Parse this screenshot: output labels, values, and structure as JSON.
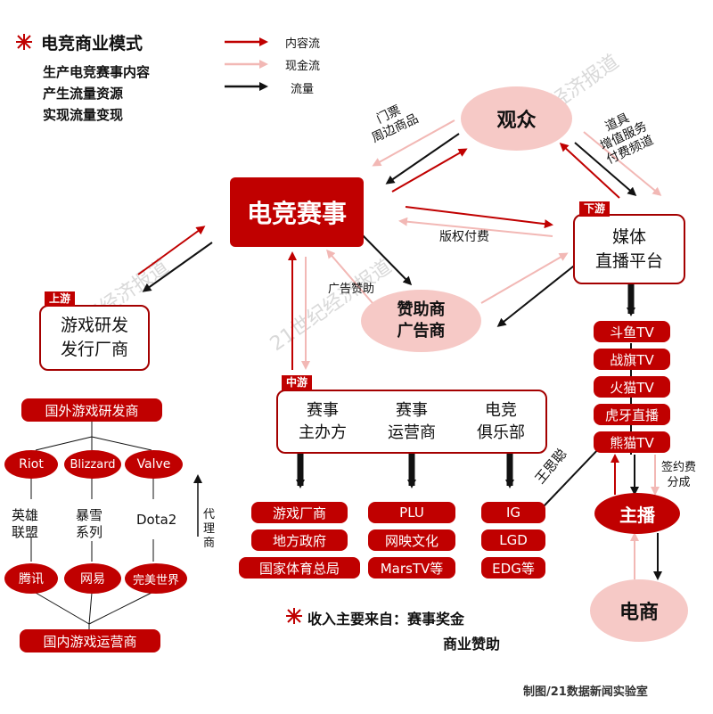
{
  "header": {
    "title": "电竞商业模式",
    "lines": [
      "生产电竞赛事内容",
      "产生流量资源",
      "实现流量变现"
    ]
  },
  "legend": {
    "items": [
      {
        "label": "内容流",
        "color": "#c00000"
      },
      {
        "label": "现金流",
        "color": "#f2b8b5"
      },
      {
        "label": "流量",
        "color": "#111111"
      }
    ]
  },
  "watermark": "21世纪经济报道",
  "nodes": {
    "audience": "观众",
    "esports_event": "电竞赛事",
    "sponsor": [
      "赞助商",
      "广告商"
    ],
    "media": [
      "媒体",
      "直播平台"
    ],
    "upstream_box": [
      "游戏研发",
      "发行厂商"
    ],
    "streamer": "主播",
    "ecommerce": "电商"
  },
  "stage_tags": {
    "upstream": "上游",
    "midstream": "中游",
    "downstream": "下游"
  },
  "flow_labels": {
    "tickets": [
      "门票",
      "周边商品"
    ],
    "props": [
      "道具",
      "增值服务",
      "付费频道"
    ],
    "copyright": "版权付费",
    "ad_sponsor": "广告赞助",
    "wang_sicong": "王思聪",
    "sign_fee": [
      "签约费",
      "分成"
    ],
    "agency": [
      "代",
      "理",
      "商"
    ]
  },
  "midstream": {
    "columns": [
      {
        "label": [
          "赛事",
          "主办方"
        ],
        "items": [
          "游戏厂商",
          "地方政府",
          "国家体育总局"
        ]
      },
      {
        "label": [
          "赛事",
          "运营商"
        ],
        "items": [
          "PLU",
          "网映文化",
          "MarsTV等"
        ]
      },
      {
        "label": [
          "电竞",
          "俱乐部"
        ],
        "items": [
          "IG",
          "LGD",
          "EDG等"
        ]
      }
    ]
  },
  "platforms": [
    "斗鱼TV",
    "战旗TV",
    "火猫TV",
    "虎牙直播",
    "熊猫TV"
  ],
  "upstream_tree": {
    "foreign": "国外游戏研发商",
    "devs": [
      "Riot",
      "Blizzard",
      "Valve"
    ],
    "games": [
      [
        "英雄",
        "联盟"
      ],
      [
        "暴雪",
        "系列"
      ],
      [
        "Dota2"
      ]
    ],
    "operators": [
      "腾讯",
      "网易",
      "完美世界"
    ],
    "domestic": "国内游戏运营商"
  },
  "income": {
    "prefix": "收入主要来自：",
    "items": [
      "赛事奖金",
      "商业赞助"
    ]
  },
  "credit": "制图/21数据新闻实验室"
}
